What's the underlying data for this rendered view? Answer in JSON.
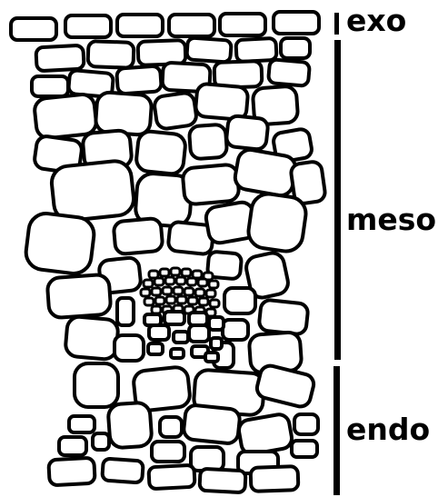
{
  "figure": {
    "layers": [
      {
        "id": "exo",
        "label": "exo"
      },
      {
        "id": "meso",
        "label": "meso"
      },
      {
        "id": "endo",
        "label": "endo"
      }
    ]
  },
  "colors": {
    "outline": "#000000",
    "cell_fill": "#ffffff",
    "background": "#ffffff"
  }
}
